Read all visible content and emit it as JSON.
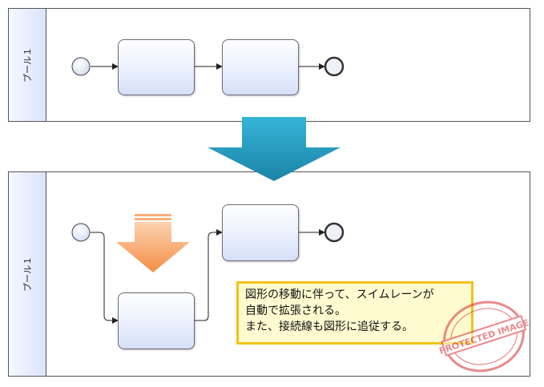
{
  "top_pool": {
    "lane_label": "プール１"
  },
  "bottom_pool": {
    "lane_label": "プール１"
  },
  "note": {
    "lines": [
      "図形の移動に伴って、スイムレーンが",
      "自動で拡張される。",
      "また、接続線も図形に追従する。"
    ]
  },
  "watermark": {
    "text": "PROTECTED IMAGE"
  },
  "colors": {
    "transition_arrow": "#2aa7c9",
    "move_arrow": "#f7a262",
    "note_border": "#f3c21a",
    "note_fill": "#fffbd0",
    "watermark": "#d92b2b"
  }
}
